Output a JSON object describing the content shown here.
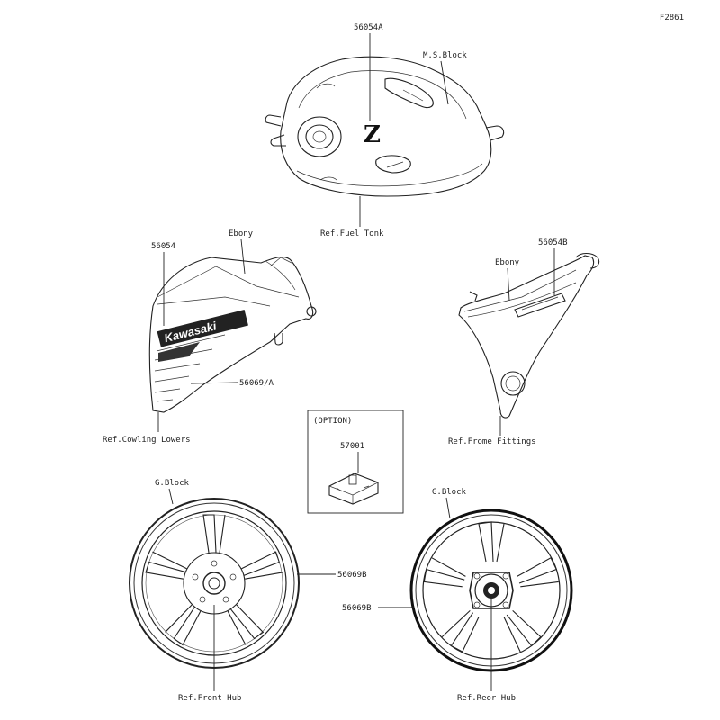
{
  "figure_code": "F2861",
  "labels": {
    "decal_tank": "56054A",
    "tank_color": "M.S.Block",
    "ref_fuel_tank": "Ref.Fuel Tonk",
    "decal_left": "56054",
    "ebony_left": "Ebony",
    "decal_cowl": "56069/A",
    "ref_cowling": "Ref.Cowling Lowers",
    "ebony_right": "Ebony",
    "decal_right": "56054B",
    "ref_frame": "Ref.Frome Fittings",
    "option": "(OPTION)",
    "option_part": "57001",
    "g_black_front": "G.Block",
    "decal_front_wheel": "56069B",
    "ref_front_hub": "Ref.Front Hub",
    "g_black_rear": "G.Block",
    "decal_rear_wheel": "56069B",
    "ref_rear_hub": "Ref.Reor Hub"
  },
  "logo": {
    "brand_text": "Kawasaki",
    "tank_emblem": "Z"
  }
}
